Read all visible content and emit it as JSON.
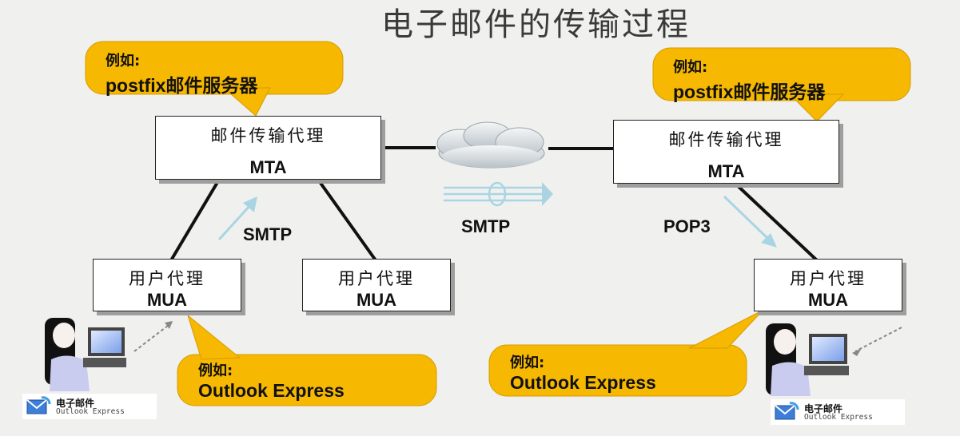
{
  "title": "电子邮件的传输过程",
  "mta_left": {
    "name_zh": "邮件传输代理",
    "name_en": "MTA"
  },
  "mta_right": {
    "name_zh": "邮件传输代理",
    "name_en": "MTA"
  },
  "mua_left": {
    "name_zh": "用户代理",
    "name_en": "MUA"
  },
  "mua_middle": {
    "name_zh": "用户代理",
    "name_en": "MUA"
  },
  "mua_right": {
    "name_zh": "用户代理",
    "name_en": "MUA"
  },
  "protocols": {
    "smtp_left": "SMTP",
    "smtp_center": "SMTP",
    "pop3": "POP3"
  },
  "callouts": {
    "server_left": {
      "line1": "例如:",
      "line2": "postfix邮件服务器"
    },
    "server_right": {
      "line1": "例如:",
      "line2": "postfix邮件服务器"
    },
    "client_left": {
      "line1": "例如:",
      "line2": "Outlook Express"
    },
    "client_right": {
      "line1": "例如:",
      "line2": "Outlook Express"
    }
  },
  "logos": {
    "left": {
      "line1": "电子邮件",
      "line2": "Outlook Express"
    },
    "right": {
      "line1": "电子邮件",
      "line2": "Outlook Express"
    }
  },
  "colors": {
    "callout_fill": "#f6b800",
    "arrow": "#a9d5e3",
    "box_shadow": "#9e9e9e"
  }
}
